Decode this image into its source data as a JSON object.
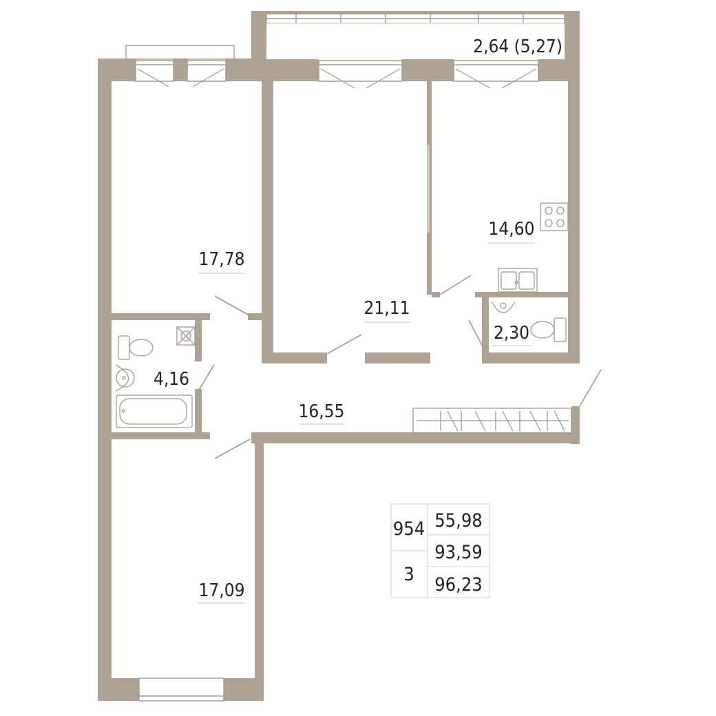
{
  "colors": {
    "wall": "#ada293",
    "line": "#a0988c",
    "thin": "#c8c2b8",
    "text": "#222222",
    "background": "#ffffff"
  },
  "rooms": {
    "balcony": {
      "area": "2,64 (5,27)"
    },
    "bedroom_left": {
      "area": "17,78"
    },
    "bedroom_middle": {
      "area": "21,11"
    },
    "kitchen": {
      "area": "14,60"
    },
    "wc": {
      "area": "2,30"
    },
    "bathroom": {
      "area": "4,16"
    },
    "hallway": {
      "area": "16,55"
    },
    "bedroom_bottom": {
      "area": "17,09"
    }
  },
  "summary": {
    "apartment_number": "954",
    "room_count": "3",
    "living_area": "55,98",
    "total_area": "93,59",
    "total_area_with_balcony": "96,23"
  }
}
